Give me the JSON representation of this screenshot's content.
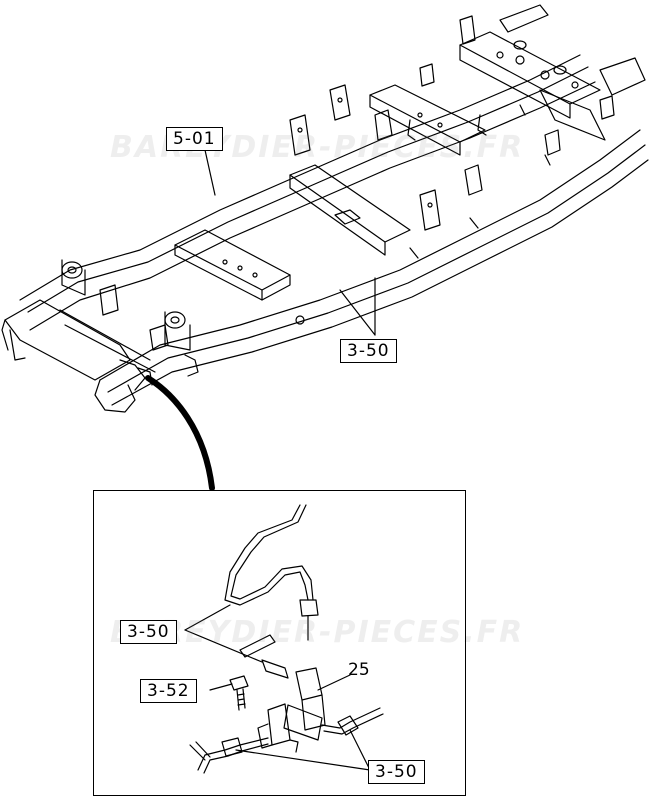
{
  "watermarks": [
    "BAREYDIER-PIECES.FR",
    "BAREYDIER-PIECES.FR"
  ],
  "labels": {
    "frame_assembly": "5-01",
    "brake_pipe_upper": "3-50",
    "brake_pipe_detail": "3-50",
    "bolt": "3-52",
    "brake_pipe_lower": "3-50"
  },
  "part_number_bracket": "25"
}
